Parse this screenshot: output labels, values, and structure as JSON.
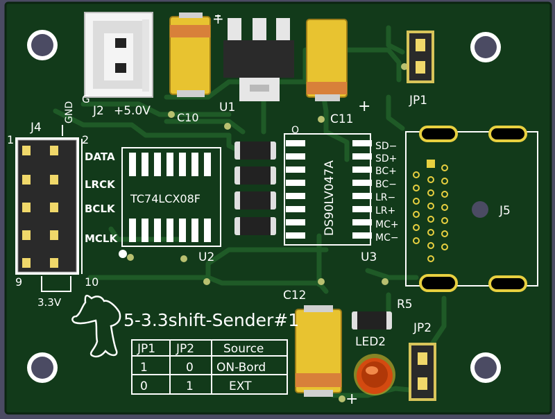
{
  "board": {
    "title": "5-3.3shift-Sender#1",
    "colors": {
      "background": "#4b4b63",
      "pcb": "#123a1a",
      "trace": "#1f5a27",
      "silkscreen": "#ffffff",
      "copper": "#d8c45a",
      "ic_body": "#222222",
      "tantalum_body": "#e8c330",
      "tantalum_band": "#d8803a",
      "led": "#d44a10"
    }
  },
  "labels": {
    "gnd": "GND",
    "g": "G",
    "j2": "J2",
    "v5": "+5.0V",
    "c10": "C10",
    "u1": "U1",
    "c11": "C11",
    "plus_c11": "+",
    "plus_j2": "+",
    "jp1": "JP1",
    "j4": "J4",
    "pin1": "1",
    "pin2": "2",
    "pin9": "9",
    "pin10": "10",
    "v33": "3.3V",
    "data": "DATA",
    "lrck": "LRCK",
    "bclk": "BCLK",
    "mclk": "MCLK",
    "u2_part": "TC74LCX08F",
    "u2": "U2",
    "u3_part": "DS90LV047A",
    "u3": "U3",
    "u3_pin1_mark": "O",
    "j5": "J5",
    "sd_minus": "SD−",
    "sd_plus": "SD+",
    "bc_plus": "BC+",
    "bc_minus": "BC−",
    "lr_minus": "LR−",
    "lr_plus": "LR+",
    "mc_plus": "MC+",
    "mc_minus": "MC−",
    "c12": "C12",
    "r5": "R5",
    "led2": "LED2",
    "jp2": "JP2",
    "plus_c12": "+"
  },
  "jumper_table": {
    "headers": [
      "JP1",
      "JP2",
      "Source"
    ],
    "rows": [
      [
        "1",
        "0",
        "ON-Bord"
      ],
      [
        "0",
        "1",
        "EXT"
      ]
    ]
  }
}
